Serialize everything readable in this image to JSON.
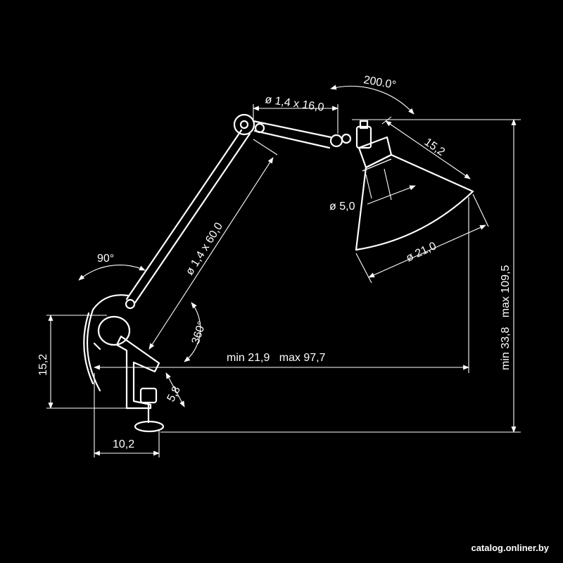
{
  "dimensions": {
    "pivot_angle": "200.0°",
    "upper_arm_rod": "ø 1,4 x 16,0",
    "shade_depth": "15,2",
    "shade_neck": "ø 5,0",
    "shade_diameter": "ø 21,0",
    "lower_arm_rod": "ø 1,4 x 60,0",
    "base_tilt": "90°",
    "base_rotation": "360°",
    "reach": "min 21,9   max 97,7",
    "height": "min 33,8   max 109,5",
    "clamp_height": "15,2",
    "clamp_gap": "5,8",
    "clamp_depth": "10,2"
  },
  "watermark": "catalog.onliner.by",
  "colors": {
    "background": "#000000",
    "line": "#ffffff"
  }
}
